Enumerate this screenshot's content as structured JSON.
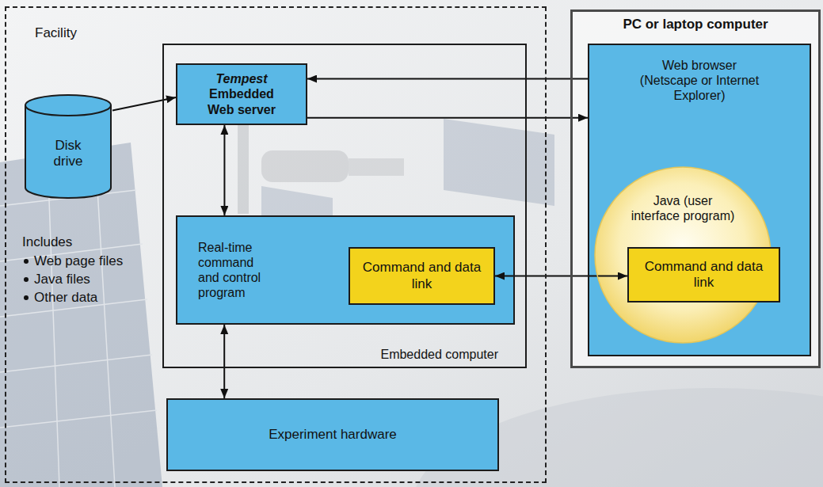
{
  "diagram": {
    "nodes": [
      {
        "text": [
          "Facility"
        ]
      },
      {
        "text": [
          "Disk drive"
        ],
        "in": 0
      },
      {
        "text": [
          "Embedded computer"
        ],
        "in": 0
      },
      {
        "text": [
          "Tempest Embedded Web server"
        ],
        "in": 2
      },
      {
        "text": [
          "Real-time command and control program"
        ],
        "in": 2
      },
      {
        "text": [
          "Command and data link"
        ],
        "in": 4
      },
      {
        "text": [
          "Experiment hardware"
        ],
        "in": 0
      },
      {
        "text": [
          "PC or laptop computer"
        ]
      },
      {
        "text": [
          "Web browser (Netscape or Internet Explorer)"
        ],
        "in": 7
      },
      {
        "text": [
          "Java (user interface program)"
        ],
        "in": 8
      },
      {
        "text": [
          "Command and data link"
        ],
        "in": 9
      }
    ],
    "edges": [
      {
        "from": 1,
        "to": 3,
        "arrow": "to"
      },
      {
        "from": 8,
        "to": 3,
        "arrow": "to"
      },
      {
        "from": 3,
        "to": 8,
        "arrow": "to"
      },
      {
        "from": 3,
        "to": 4,
        "arrow": "both"
      },
      {
        "from": 5,
        "to": 10,
        "arrow": "both"
      },
      {
        "from": 4,
        "to": 6,
        "arrow": "both"
      }
    ],
    "labels": [
      "Includes",
      "Web page files",
      "Java files",
      "Other data"
    ]
  }
}
